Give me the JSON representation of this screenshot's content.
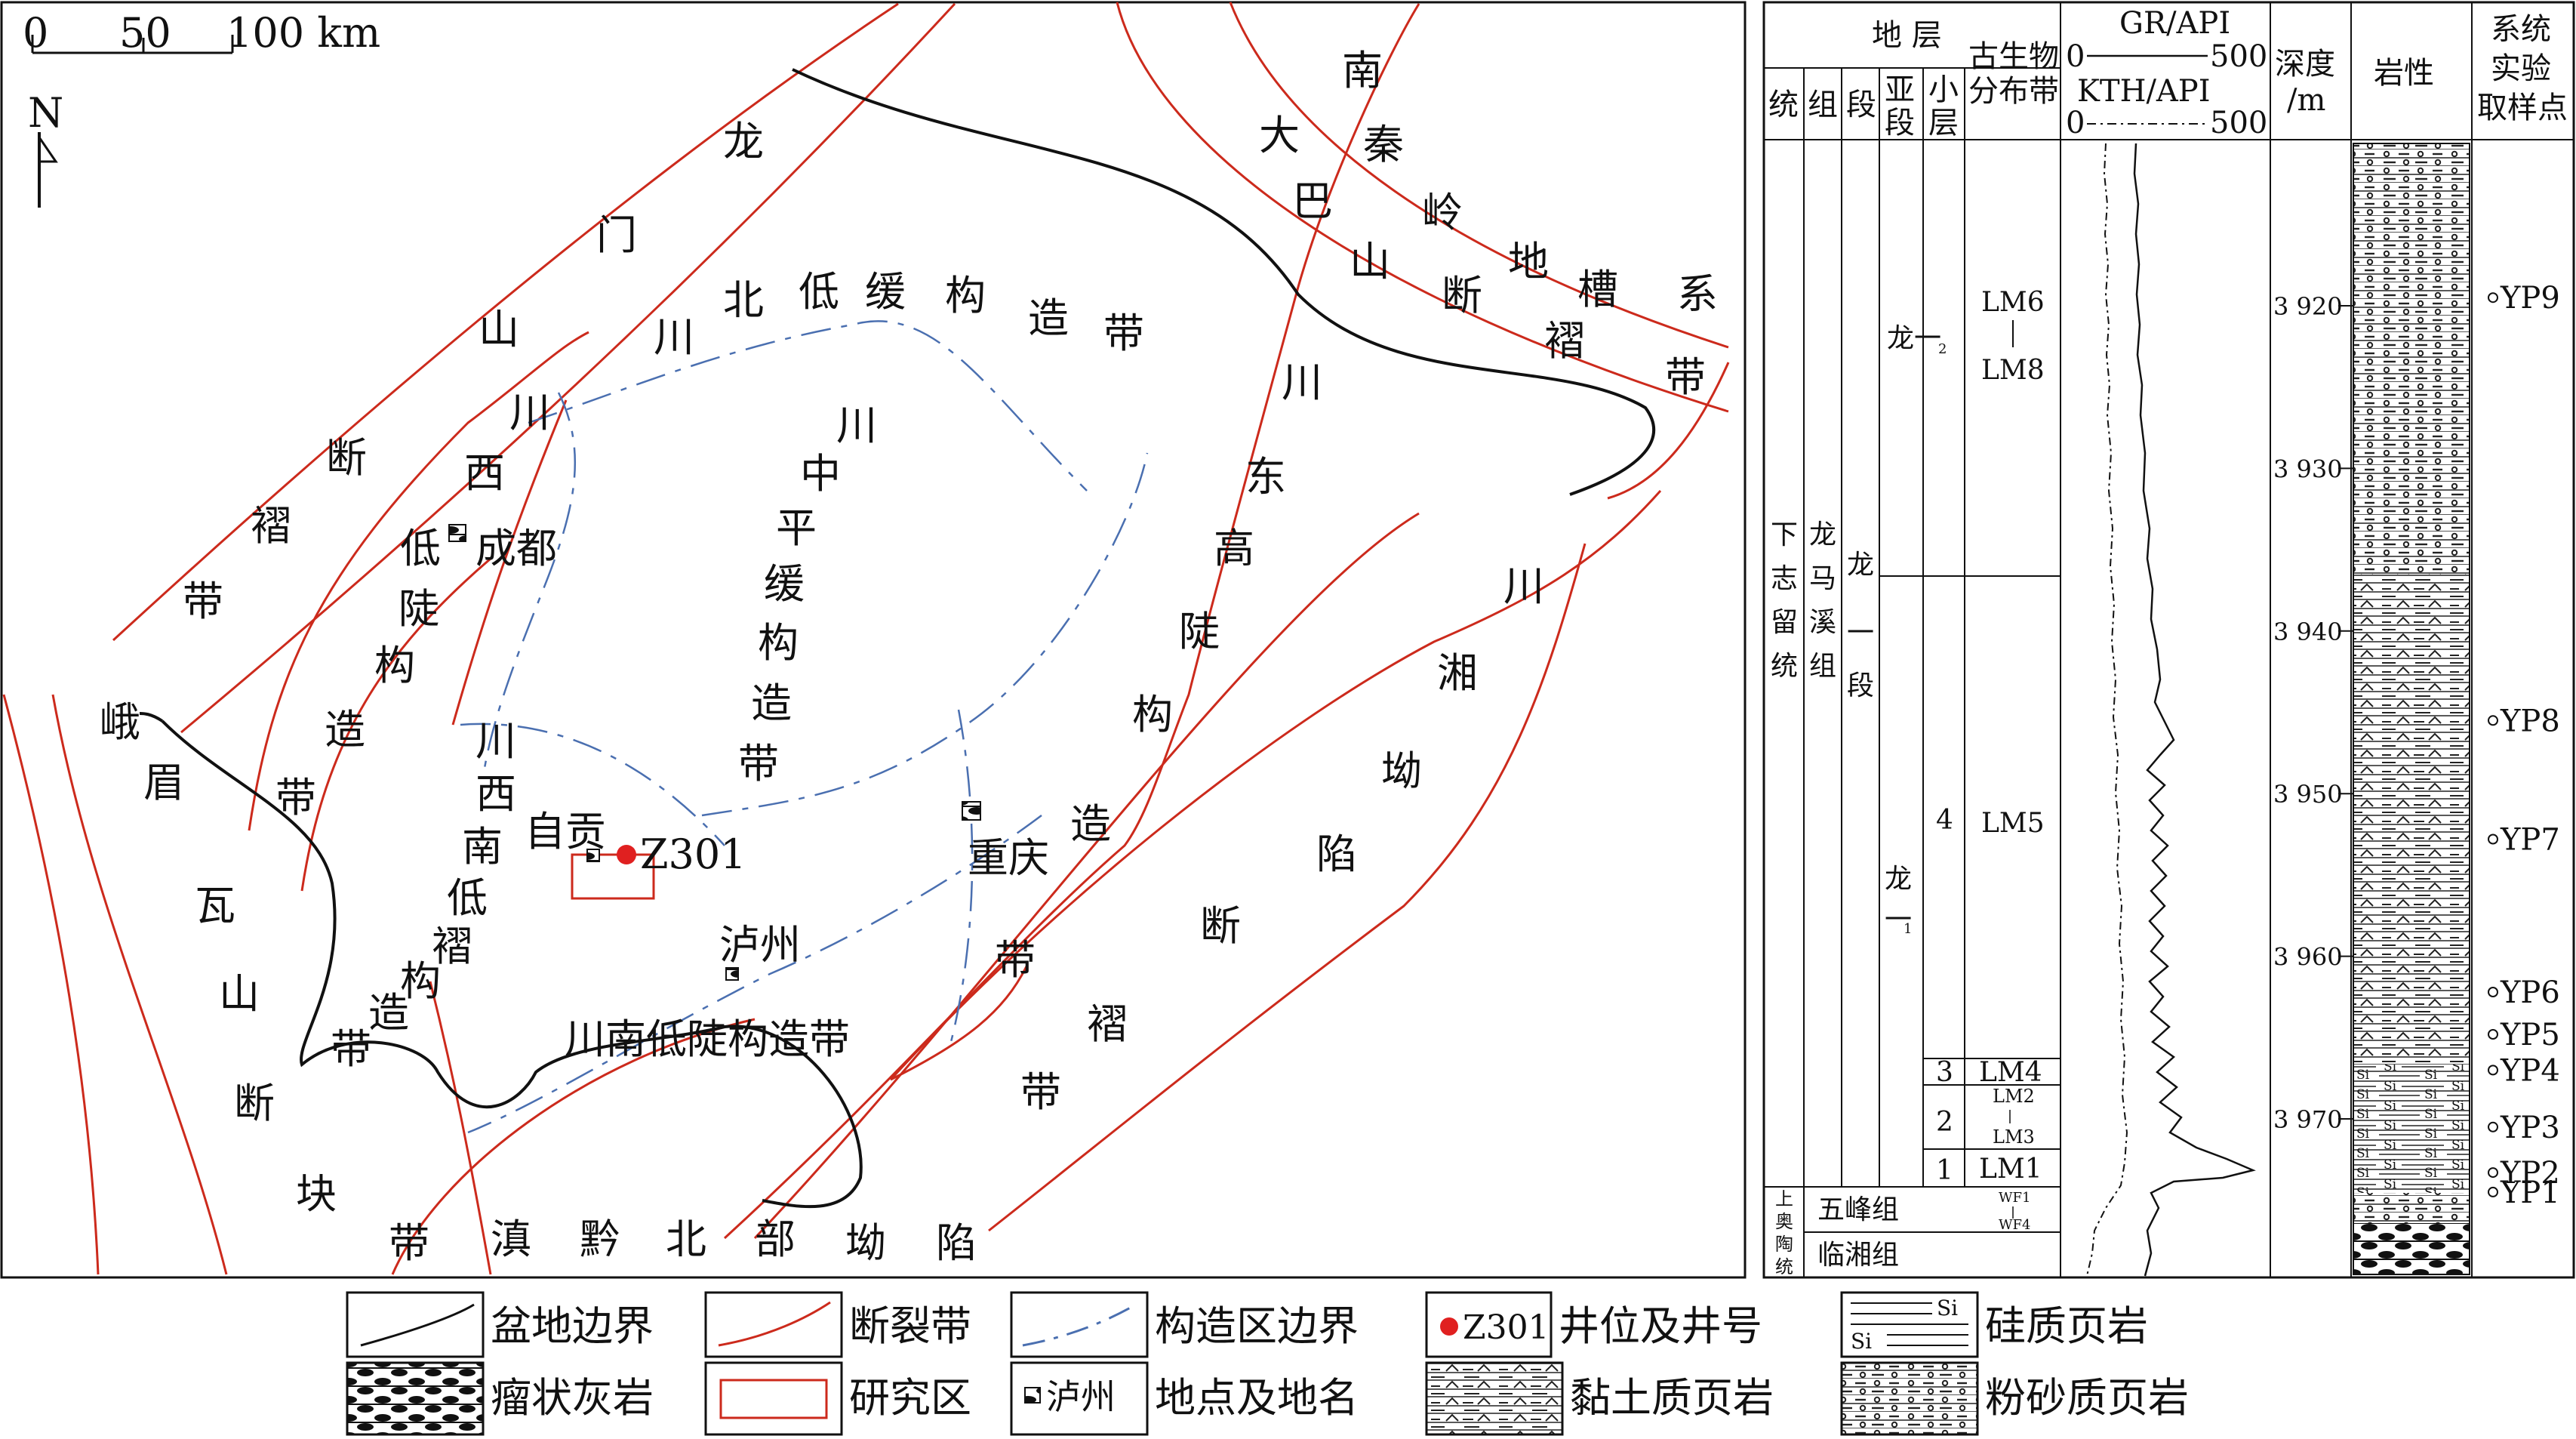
{
  "map": {
    "scale": {
      "t0": "0",
      "t50": "50",
      "t100": "100 km"
    },
    "north": "N",
    "labels": [
      {
        "id": "lbl-longmen-1",
        "t": "龙"
      },
      {
        "id": "lbl-longmen-2",
        "t": "门"
      },
      {
        "id": "lbl-longmen-3",
        "t": "山"
      },
      {
        "id": "lbl-longmen-4",
        "t": "断"
      },
      {
        "id": "lbl-longmen-5",
        "t": "褶"
      },
      {
        "id": "lbl-longmen-6",
        "t": "带"
      },
      {
        "id": "lbl-chuanbei-1",
        "t": "川"
      },
      {
        "id": "lbl-chuanbei-2",
        "t": "北"
      },
      {
        "id": "lbl-chuanbei-3",
        "t": "低"
      },
      {
        "id": "lbl-chuanbei-4",
        "t": "缓"
      },
      {
        "id": "lbl-chuanbei-5",
        "t": "构"
      },
      {
        "id": "lbl-chuanbei-6",
        "t": "造"
      },
      {
        "id": "lbl-chuanbei-7",
        "t": "带"
      },
      {
        "id": "lbl-daba-1",
        "t": "大"
      },
      {
        "id": "lbl-daba-2",
        "t": "巴"
      },
      {
        "id": "lbl-daba-3",
        "t": "山"
      },
      {
        "id": "lbl-daba-4",
        "t": "断"
      },
      {
        "id": "lbl-daba-5",
        "t": "褶"
      },
      {
        "id": "lbl-daba-6",
        "t": "带"
      },
      {
        "id": "lbl-nanqin-1",
        "t": "南"
      },
      {
        "id": "lbl-nanqin-2",
        "t": "秦"
      },
      {
        "id": "lbl-nanqin-3",
        "t": "岭"
      },
      {
        "id": "lbl-nanqin-4",
        "t": "地"
      },
      {
        "id": "lbl-nanqin-5",
        "t": "槽"
      },
      {
        "id": "lbl-nanqin-6",
        "t": "系"
      },
      {
        "id": "lbl-chuanxi-1",
        "t": "川"
      },
      {
        "id": "lbl-chuanxi-2",
        "t": "西"
      },
      {
        "id": "lbl-chuanxi-3",
        "t": "低"
      },
      {
        "id": "lbl-chuanxi-4",
        "t": "陡"
      },
      {
        "id": "lbl-chuanxi-5",
        "t": "构"
      },
      {
        "id": "lbl-chuanxi-6",
        "t": "造"
      },
      {
        "id": "lbl-chuanxi-7",
        "t": "带"
      },
      {
        "id": "lbl-chuanzhong-1",
        "t": "川"
      },
      {
        "id": "lbl-chuanzhong-2",
        "t": "中"
      },
      {
        "id": "lbl-chuanzhong-3",
        "t": "平"
      },
      {
        "id": "lbl-chuanzhong-4",
        "t": "缓"
      },
      {
        "id": "lbl-chuanzhong-5",
        "t": "构"
      },
      {
        "id": "lbl-chuanzhong-6",
        "t": "造"
      },
      {
        "id": "lbl-chuanzhong-7",
        "t": "带"
      },
      {
        "id": "lbl-chuandong-1",
        "t": "川"
      },
      {
        "id": "lbl-chuandong-2",
        "t": "东"
      },
      {
        "id": "lbl-chuandong-3",
        "t": "高"
      },
      {
        "id": "lbl-chuandong-4",
        "t": "陡"
      },
      {
        "id": "lbl-chuandong-5",
        "t": "构"
      },
      {
        "id": "lbl-chuandong-6",
        "t": "造"
      },
      {
        "id": "lbl-chuandong-7",
        "t": "带"
      },
      {
        "id": "lbl-chuanxiang-1",
        "t": "川"
      },
      {
        "id": "lbl-chuanxiang-2",
        "t": "湘"
      },
      {
        "id": "lbl-chuanxiang-3",
        "t": "坳"
      },
      {
        "id": "lbl-chuanxiang-4",
        "t": "陷"
      },
      {
        "id": "lbl-chuanxiang-5",
        "t": "断"
      },
      {
        "id": "lbl-chuanxiang-6",
        "t": "褶"
      },
      {
        "id": "lbl-chuanxiang-7",
        "t": "带"
      },
      {
        "id": "lbl-xinan-1",
        "t": "川"
      },
      {
        "id": "lbl-xinan-2",
        "t": "西"
      },
      {
        "id": "lbl-xinan-3",
        "t": "南"
      },
      {
        "id": "lbl-xinan-4",
        "t": "低"
      },
      {
        "id": "lbl-xinan-5",
        "t": "褶"
      },
      {
        "id": "lbl-xinan-6",
        "t": "构"
      },
      {
        "id": "lbl-xinan-7",
        "t": "造"
      },
      {
        "id": "lbl-xinan-8",
        "t": "带"
      },
      {
        "id": "lbl-emei-1",
        "t": "峨"
      },
      {
        "id": "lbl-emei-2",
        "t": "眉"
      },
      {
        "id": "lbl-emei-3",
        "t": "瓦"
      },
      {
        "id": "lbl-emei-4",
        "t": "山"
      },
      {
        "id": "lbl-emei-5",
        "t": "断"
      },
      {
        "id": "lbl-emei-6",
        "t": "块"
      },
      {
        "id": "lbl-emei-7",
        "t": "带"
      },
      {
        "id": "lbl-chuannan",
        "t": "川南低陡构造带"
      },
      {
        "id": "lbl-dianqian-1",
        "t": "滇"
      },
      {
        "id": "lbl-dianqian-2",
        "t": "黔"
      },
      {
        "id": "lbl-dianqian-3",
        "t": "北"
      },
      {
        "id": "lbl-dianqian-4",
        "t": "部"
      },
      {
        "id": "lbl-dianqian-5",
        "t": "坳"
      },
      {
        "id": "lbl-dianqian-6",
        "t": "陷"
      }
    ],
    "places": {
      "chengdu": "成都",
      "zigong": "自贡",
      "luzhou": "泸州",
      "chongqing": "重庆"
    },
    "well": {
      "name": "Z301",
      "color": "#e02020"
    }
  },
  "column": {
    "headers": {
      "strata": "地 层",
      "tong": "统",
      "zu": "组",
      "duan": "段",
      "yaduan": [
        "亚",
        "段"
      ],
      "xiaoceng": [
        "小",
        "层"
      ],
      "biozone": [
        "古生物",
        "分布带"
      ],
      "gr": "GR/API",
      "kth": "KTH/API",
      "gr_min": "0",
      "gr_max": "500",
      "kth_min": "0",
      "kth_max": "500",
      "depth": [
        "深度",
        "/m"
      ],
      "lith": "岩性",
      "samples": [
        "系统",
        "实验",
        "取样点"
      ]
    },
    "tong_upper": [
      "下",
      "志",
      "留",
      "统"
    ],
    "tong_lower": [
      "上",
      "奥",
      "陶",
      "统"
    ],
    "zu_longmaxi": [
      "龙",
      "马",
      "溪",
      "组"
    ],
    "duan_long1": [
      "龙",
      "一",
      "段"
    ],
    "yaduan_long1_2": {
      "main": "龙一",
      "sub": "2"
    },
    "yaduan_long1_1": {
      "main": "龙",
      "main2": "一",
      "sub": "1"
    },
    "xiaoceng": [
      "4",
      "3",
      "2",
      "1"
    ],
    "biozones": {
      "lm6": "LM6",
      "lm8": "LM8",
      "lm5": "LM5",
      "lm4": "LM4",
      "lm2": "LM2",
      "lm3": "LM3",
      "lm1": "LM1",
      "wf1": "WF1",
      "wf4": "WF4",
      "bar": "|"
    },
    "wufeng": "五峰组",
    "linxiang": "临湘组",
    "depth_ticks": [
      {
        "label": "3 920",
        "depth": 3920
      },
      {
        "label": "3 930",
        "depth": 3930
      },
      {
        "label": "3 940",
        "depth": 3940
      },
      {
        "label": "3 950",
        "depth": 3950
      },
      {
        "label": "3 960",
        "depth": 3960
      },
      {
        "label": "3 970",
        "depth": 3970
      }
    ],
    "samples": [
      {
        "label": "YP9",
        "depth": 3919.5
      },
      {
        "label": "YP8",
        "depth": 3945.5
      },
      {
        "label": "YP7",
        "depth": 3952.8
      },
      {
        "label": "YP6",
        "depth": 3962.2
      },
      {
        "label": "YP5",
        "depth": 3964.8
      },
      {
        "label": "YP4",
        "depth": 3967.0
      },
      {
        "label": "YP3",
        "depth": 3970.5
      },
      {
        "label": "YP2",
        "depth": 3973.3
      },
      {
        "label": "YP1",
        "depth": 3974.5
      }
    ]
  },
  "legend": {
    "basin": "盆地边界",
    "fault": "断裂带",
    "tect": "构造区边界",
    "well_label": "井位及井号",
    "well_text": "Z301",
    "silic": "硅质页岩",
    "si": "Si",
    "limestone": "瘤状灰岩",
    "study": "研究区",
    "place_label": "地点及地名",
    "place_text": "泸州",
    "clay": "黏土质页岩",
    "silt": "粉砂质页岩"
  },
  "colors": {
    "fault": "#cc2a1c",
    "tect": "#4a6fb0",
    "basin": "#111111"
  }
}
